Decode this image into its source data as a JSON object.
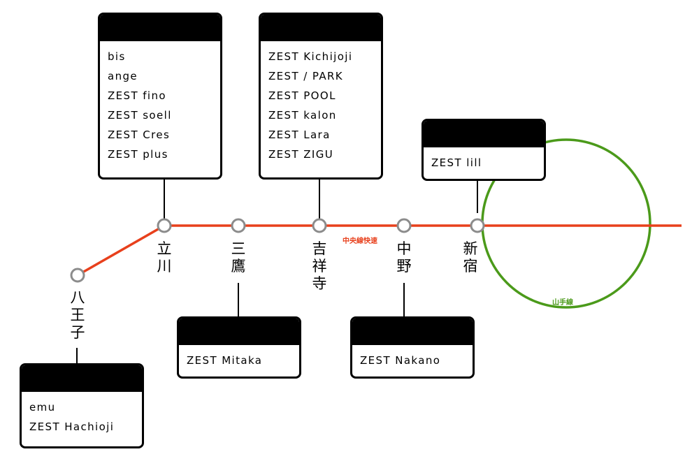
{
  "lines": {
    "chuo": {
      "label": "中央線快速",
      "color": "#e8401c"
    },
    "yamanote": {
      "label": "山手線",
      "color": "#4b9a1a"
    }
  },
  "stations": [
    {
      "id": "hachioji",
      "name": [
        "八",
        "王",
        "子"
      ]
    },
    {
      "id": "tachikawa",
      "name": [
        "立",
        "川"
      ]
    },
    {
      "id": "mitaka",
      "name": [
        "三",
        "鷹"
      ]
    },
    {
      "id": "kichijoji",
      "name": [
        "吉",
        "祥",
        "寺"
      ]
    },
    {
      "id": "nakano",
      "name": [
        "中",
        "野"
      ]
    },
    {
      "id": "shinjuku",
      "name": [
        "新",
        "宿"
      ]
    }
  ],
  "shops": {
    "tachikawa": [
      "bis",
      "ange",
      "ZEST fino",
      "ZEST soell",
      "ZEST Cres",
      "ZEST plus"
    ],
    "kichijoji": [
      "ZEST Kichijoji",
      "ZEST / PARK",
      "ZEST POOL",
      "ZEST kalon",
      "ZEST Lara",
      "ZEST ZIGU"
    ],
    "shinjuku": [
      "ZEST lill"
    ],
    "mitaka": [
      "ZEST Mitaka"
    ],
    "nakano": [
      "ZEST Nakano"
    ],
    "hachioji": [
      "emu",
      "ZEST Hachioji"
    ]
  },
  "colors": {
    "station_ring": "#8c8c8c",
    "box_header": "#000000"
  }
}
